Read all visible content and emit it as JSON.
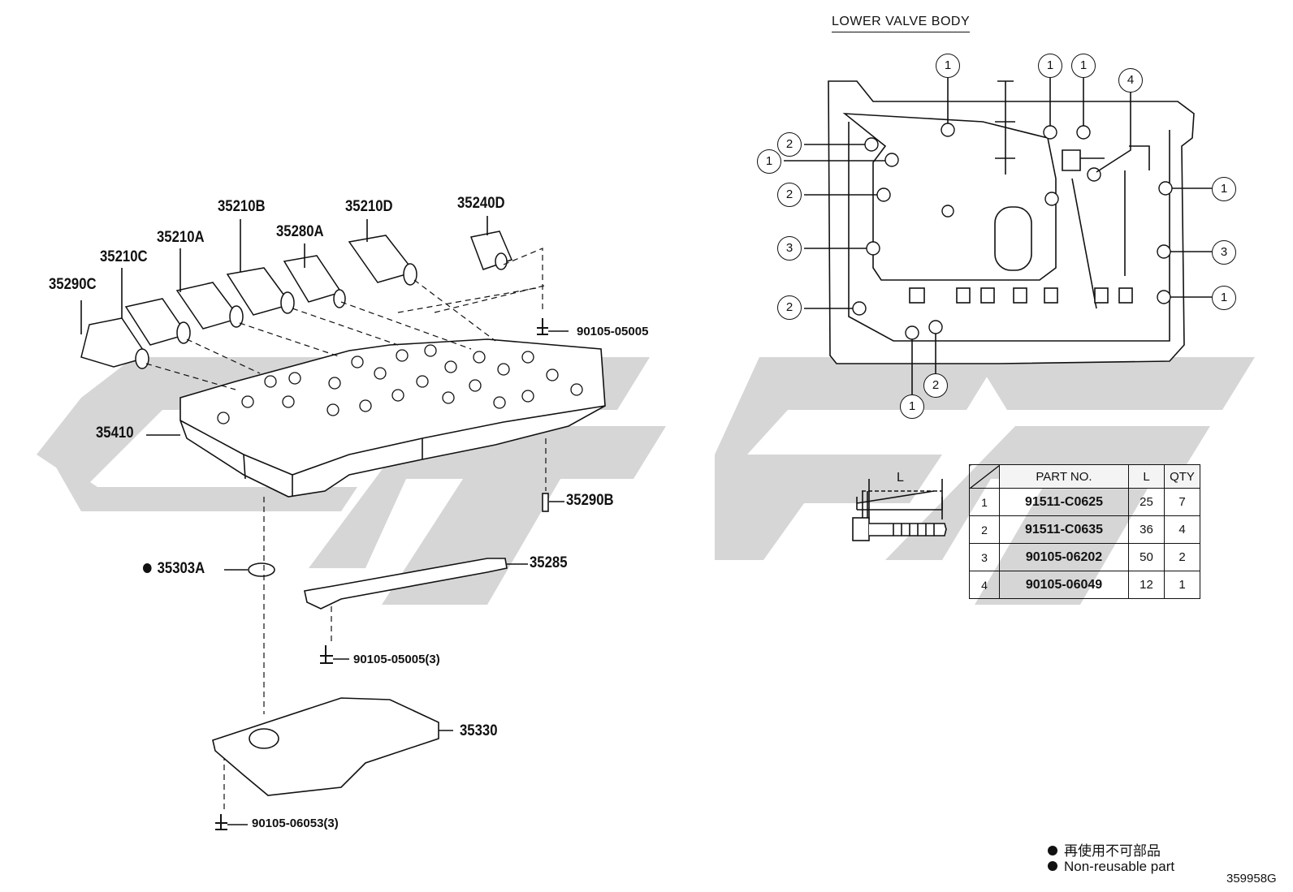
{
  "section_title": "LOWER VALVE BODY",
  "part_labels": {
    "p35240D": "35240D",
    "p35210D": "35210D",
    "p35210B": "35210B",
    "p35280A": "35280A",
    "p35210A": "35210A",
    "p35210C": "35210C",
    "p35290C": "35290C",
    "p90105_05005": "90105-05005",
    "p35410": "35410",
    "p35290B": "35290B",
    "p35303A": "35303A",
    "p35285": "35285",
    "p90105_05005_3": "90105-05005(3)",
    "p35330": "35330",
    "p90105_06053_3": "90105-06053(3)"
  },
  "bolt_callouts": {
    "c1": "1",
    "c2": "2",
    "c3": "3",
    "c4": "4"
  },
  "dimension_label": "L",
  "table": {
    "header_part": "PART NO.",
    "header_length": "L",
    "header_qty": "QTY",
    "rows": [
      {
        "no": "1",
        "part": "91511-C0625",
        "length": "25",
        "qty": "7"
      },
      {
        "no": "2",
        "part": "91511-C0635",
        "length": "36",
        "qty": "4"
      },
      {
        "no": "3",
        "part": "90105-06202",
        "length": "50",
        "qty": "2"
      },
      {
        "no": "4",
        "part": "90105-06049",
        "length": "12",
        "qty": "1"
      }
    ]
  },
  "legend": {
    "line_cn": "再使用不可部品",
    "line_en": "Non-reusable part"
  },
  "diagram_code": "359958G",
  "colors": {
    "ink": "#111111",
    "watermark": "#d4d4d4"
  }
}
